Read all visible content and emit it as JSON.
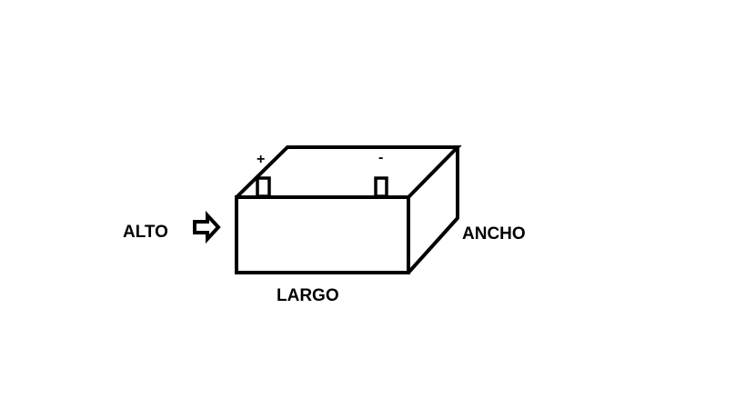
{
  "labels": {
    "alto": "ALTO",
    "largo": "LARGO",
    "ancho": "ANCHO"
  },
  "terminals": {
    "positive": "+",
    "negative": "-"
  },
  "colors": {
    "stroke": "#000000",
    "background": "#ffffff"
  },
  "icons": {
    "pointer": "right-arrow-icon"
  }
}
